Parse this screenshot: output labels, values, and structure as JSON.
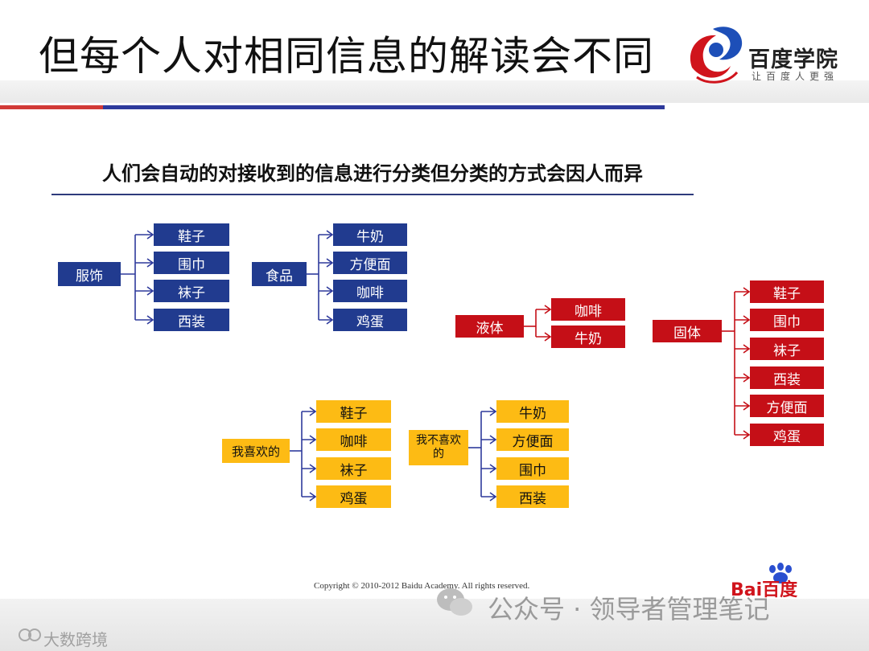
{
  "slide": {
    "title": "但每个人对相同信息的解读会不同",
    "subtitle": "人们会自动的对接收到的信息进行分类但分类的方式会因人而异",
    "logo_text": "百度学院",
    "logo_slogan": "让百度人更强",
    "copyright": "Copyright © 2010-2012 Baidu Academy. All rights reserved.",
    "baidu_brand": "Bai百度",
    "watermark_account": "公众号 · 领导者管理笔记",
    "watermark_corner": "大数跨境"
  },
  "colors": {
    "blue": "#213b8f",
    "red": "#c50f17",
    "yellow": "#fdbb14",
    "connector_blue": "#2e3a9c",
    "connector_red": "#c50f17"
  },
  "trees": {
    "clothing": {
      "root": "服饰",
      "children": [
        "鞋子",
        "围巾",
        "袜子",
        "西装"
      ]
    },
    "food": {
      "root": "食品",
      "children": [
        "牛奶",
        "方便面",
        "咖啡",
        "鸡蛋"
      ]
    },
    "liquid": {
      "root": "液体",
      "children": [
        "咖啡",
        "牛奶"
      ]
    },
    "solid": {
      "root": "固体",
      "children": [
        "鞋子",
        "围巾",
        "袜子",
        "西装",
        "方便面",
        "鸡蛋"
      ]
    },
    "like": {
      "root": "我喜欢的",
      "children": [
        "鞋子",
        "咖啡",
        "袜子",
        "鸡蛋"
      ]
    },
    "dislike": {
      "root": "我不喜欢的",
      "children": [
        "牛奶",
        "方便面",
        "围巾",
        "西装"
      ]
    }
  }
}
